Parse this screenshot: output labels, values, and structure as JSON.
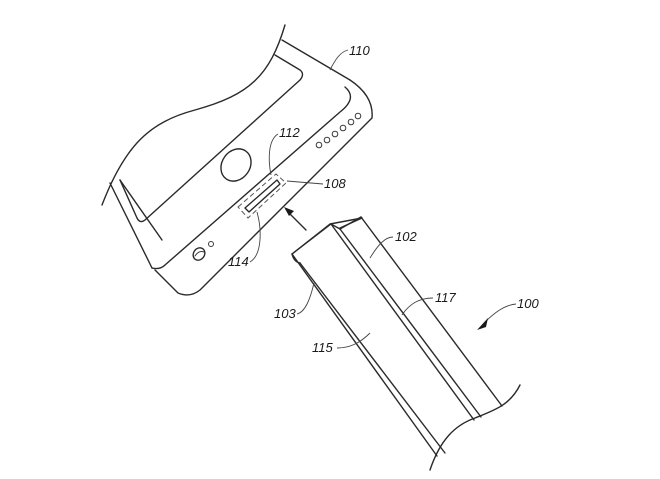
{
  "figure": {
    "type": "patent-drawing",
    "description": "Wearable device housing with connector port and detachable band strap",
    "colors": {
      "line": "#2a2a2a",
      "background": "#ffffff"
    }
  },
  "labels": {
    "device_housing": "110",
    "port_region": "112",
    "connector": "108",
    "port_opening": "114",
    "band": "102",
    "band_edge": "103",
    "band_layer_outer": "117",
    "band_layer_inner": "115",
    "assembly": "100"
  }
}
